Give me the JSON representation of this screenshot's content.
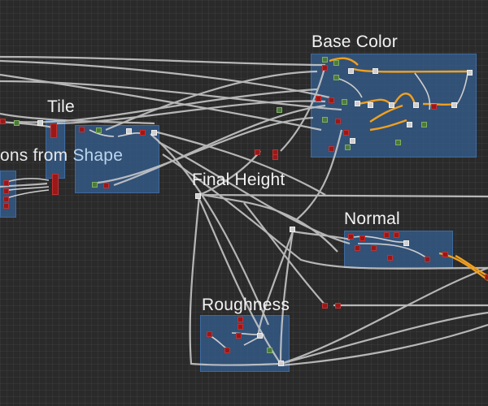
{
  "canvas": {
    "background": "#2a2a2a",
    "frame_color": "#345c8c",
    "wire_color": "#cfcfcf",
    "highlight_wire_color": "#f0a020"
  },
  "frames": {
    "tile": "Tile",
    "positions_from_shape_a": "ons from",
    "positions_from_shape_b": "Shape",
    "final_height": "Final Height",
    "base_color": "Base Color",
    "normal": "Normal",
    "roughness": "Roughness"
  }
}
